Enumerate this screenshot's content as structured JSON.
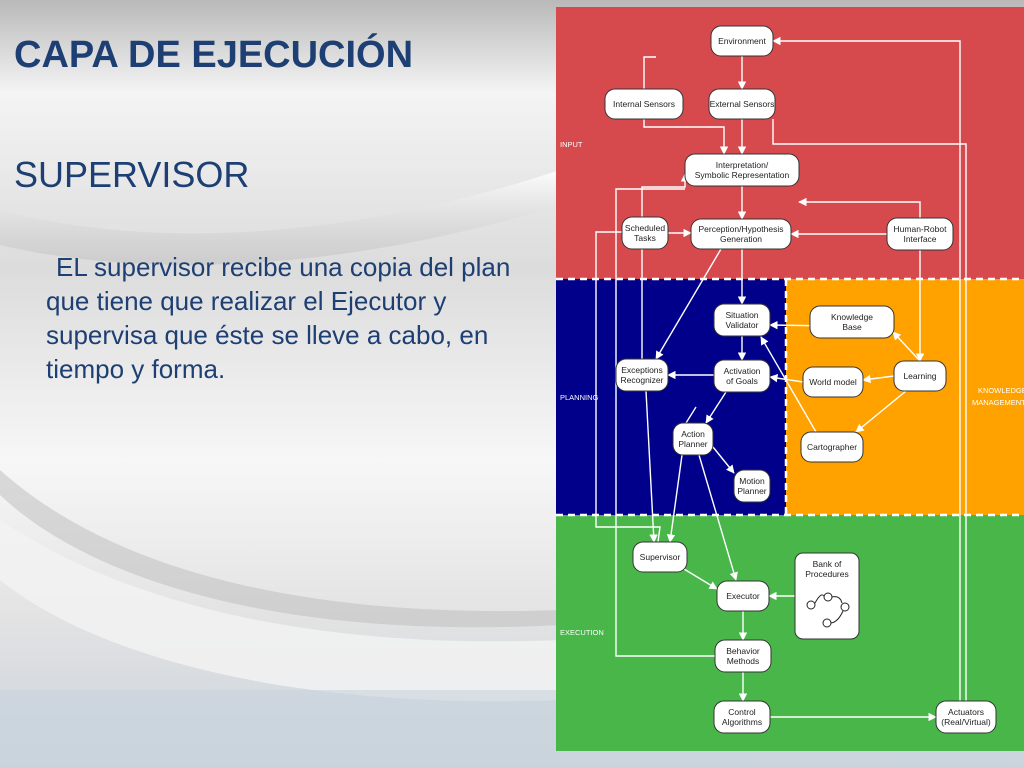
{
  "slide": {
    "title": "CAPA DE EJECUCIÓN",
    "subtitle": "SUPERVISOR",
    "body": "EL supervisor recibe una copia del plan que tiene que realizar el Ejecutor y supervisa que éste se lleve a cabo, en tiempo y forma."
  },
  "diagram": {
    "zones": {
      "input": {
        "label": "INPUT",
        "color": "#d64a4e"
      },
      "planning": {
        "label": "PLANNING",
        "color": "#00008a"
      },
      "knowledge": {
        "label": [
          "KNOWLEDGE",
          "MANAGEMENT"
        ],
        "color": "#ffa200"
      },
      "execution": {
        "label": "EXECUTION",
        "color": "#48b649"
      }
    },
    "nodes": [
      {
        "id": "environment",
        "lines": [
          "Environment"
        ]
      },
      {
        "id": "internal_sensors",
        "lines": [
          "Internal Sensors"
        ]
      },
      {
        "id": "external_sensors",
        "lines": [
          "External Sensors"
        ]
      },
      {
        "id": "interpretation",
        "lines": [
          "Interpretation/",
          "Symbolic Representation"
        ]
      },
      {
        "id": "scheduled_tasks",
        "lines": [
          "Scheduled",
          "Tasks"
        ]
      },
      {
        "id": "perception",
        "lines": [
          "Perception/Hypothesis",
          "Generation"
        ]
      },
      {
        "id": "hri",
        "lines": [
          "Human-Robot",
          "Interface"
        ]
      },
      {
        "id": "situation_validator",
        "lines": [
          "Situation",
          "Validator"
        ]
      },
      {
        "id": "knowledge_base",
        "lines": [
          "Knowledge",
          "Base"
        ]
      },
      {
        "id": "exceptions_recognizer",
        "lines": [
          "Exceptions",
          "Recognizer"
        ]
      },
      {
        "id": "activation_goals",
        "lines": [
          "Activation",
          "of Goals"
        ]
      },
      {
        "id": "world_model",
        "lines": [
          "World model"
        ]
      },
      {
        "id": "learning",
        "lines": [
          "Learning"
        ]
      },
      {
        "id": "action_planner",
        "lines": [
          "Action",
          "Planner"
        ]
      },
      {
        "id": "cartographer",
        "lines": [
          "Cartographer"
        ]
      },
      {
        "id": "motion_planner",
        "lines": [
          "Motion",
          "Planner"
        ]
      },
      {
        "id": "supervisor",
        "lines": [
          "Supervisor"
        ]
      },
      {
        "id": "bank_procedures",
        "lines": [
          "Bank of",
          "Procedures"
        ]
      },
      {
        "id": "executor",
        "lines": [
          "Executor"
        ]
      },
      {
        "id": "behavior_methods",
        "lines": [
          "Behavior",
          "Methods"
        ]
      },
      {
        "id": "control_algorithms",
        "lines": [
          "Control",
          "Algorithms"
        ]
      },
      {
        "id": "actuators",
        "lines": [
          "Actuators",
          "(Real/Virtual)"
        ]
      }
    ]
  }
}
